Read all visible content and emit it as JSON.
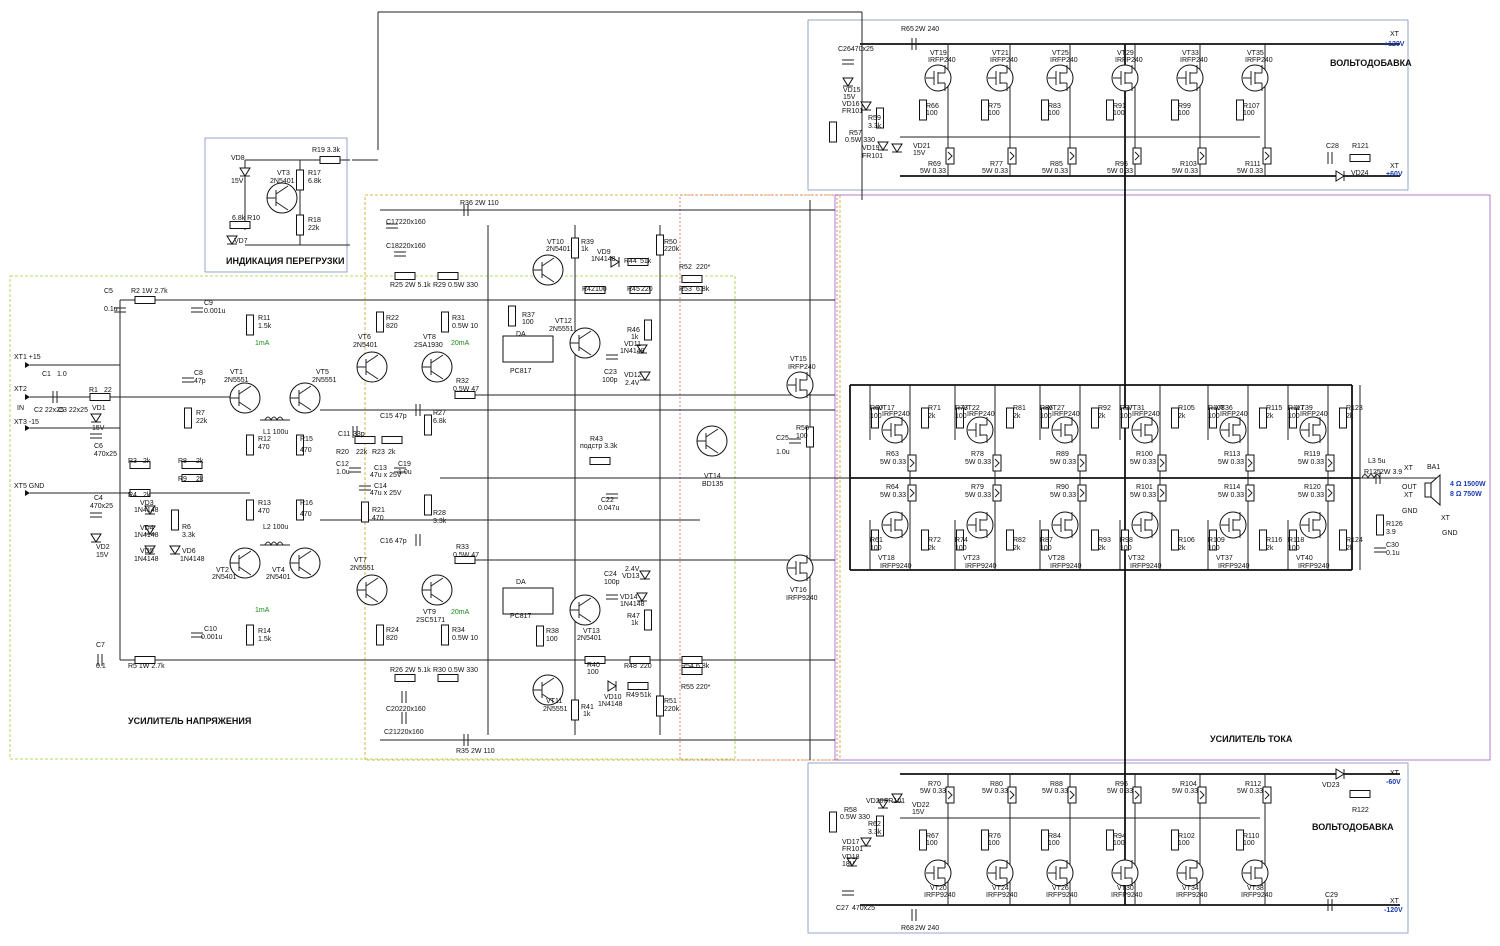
{
  "sections": {
    "overload": "ИНДИКАЦИЯ ПЕРЕГРУЗКИ",
    "voltage_amp": "УСИЛИТЕЛЬ НАПРЯЖЕНИЯ",
    "current_amp": "УСИЛИТЕЛЬ ТОКА",
    "booster_top": "ВОЛЬТОДОБАВКА",
    "booster_bottom": "ВОЛЬТОДОБАВКА"
  },
  "colors": {
    "overload_border": "#7f8fc0",
    "voltage_border": "#9acd32",
    "driver_border": "#d4a017",
    "driver_border2": "#e06666",
    "current_border": "#a05cc0",
    "booster_border": "#7f8fc0",
    "supply_text": "#1a3cb0",
    "accent_text": "#1a8a1a"
  },
  "connectors": {
    "xt1": "XT1 +15",
    "xt2": "XT2",
    "in": "IN",
    "xt3": "XT3 -15",
    "xt5": "XT5 GND",
    "out": "OUT",
    "out_xt": "XT",
    "gnd_xt": "XT",
    "gnd": "GND",
    "gnd2": "GND",
    "ba1": "BA1",
    "ba_xt": "XT",
    "sp_4": "4 Ω 1500W",
    "sp_8": "8 Ω  750W",
    "p120_xt": "XT",
    "p120": "+120V",
    "p60_xt": "XT",
    "p60": "+60V",
    "m60_xt": "XT",
    "m60": "-60V",
    "m120_xt": "XT",
    "m120": "-120V"
  },
  "labels": {
    "c5": "C5",
    "c5v": "0.1u",
    "r2": "R2 1W 2.7k",
    "c9": "C9",
    "c9v": "0.001u",
    "c1": "C1",
    "c1v": "1.0",
    "r1": "R1",
    "r1v": "22",
    "c2": "C2 22x25",
    "c3": "C3 22x25",
    "vd1": "VD1",
    "vd1v": "15V",
    "c6": "C6",
    "c6v": "470x25",
    "r3": "R3",
    "r3v": "2k",
    "r4": "R4",
    "r4v": "2k",
    "r8": "R8",
    "r8v": "2k",
    "r9": "R9",
    "r9v": "2k",
    "vd3": "VD3",
    "vd4": "VD4",
    "vd5": "VD5",
    "vd6": "VD6",
    "d4148": "1N4148",
    "r6": "R6",
    "r6v": "3.3k",
    "c4": "C4",
    "c4v": "470x25",
    "vd2": "VD2",
    "vd2v": "15V",
    "c7": "C7",
    "c7v": "0.1",
    "r5": "R5 1W 2.7k",
    "c10": "C10",
    "c10v": "0.001u",
    "r11": "R11",
    "r11v": "1.5k",
    "r14": "R14",
    "r14v": "1.5k",
    "vt1": "VT1",
    "vt1t": "2N5551",
    "vt2": "VT2",
    "vt2t": "2N5401",
    "vt3": "VT3",
    "vt3t": "2N5401",
    "vt4": "VT4",
    "vt4t": "2N5401",
    "vt5": "VT5",
    "vt5t": "2N5551",
    "vt6": "VT6",
    "vt6t": "2N5401",
    "vt7": "VT7",
    "vt7t": "2N5551",
    "vt8": "VT8",
    "vt8t": "2SA1930",
    "vt9": "VT9",
    "vt9t": "2SC5171",
    "c8": "C8",
    "c8v": "47p",
    "r7": "R7",
    "r7v": "22k",
    "r12": "R12",
    "r12v": "470",
    "r13": "R13",
    "r13v": "470",
    "r15": "R15",
    "r15v": "470",
    "r16": "R16",
    "r16v": "470",
    "l1": "L1 100u",
    "l2": "L2 100u",
    "ma1": "1mA",
    "ma2": "1mA",
    "r22": "R22",
    "r22v": "820",
    "r24": "R24",
    "r24v": "820",
    "r31": "R31",
    "r31v": "0.5W 10",
    "r34": "R34",
    "r34v": "0.5W 10",
    "ma20a": "20mA",
    "ma20b": "20mA",
    "r32": "R32",
    "r32v": "0.5W 47",
    "r33": "R33",
    "r33v": "0.5W 47",
    "c15": "C15",
    "c15v": "47p",
    "c16": "C16",
    "c16v": "47p",
    "r27": "R27",
    "r27v": "6.8k",
    "r28": "R28",
    "r28v": "3.3k",
    "c11": "C11",
    "c11v": "33p",
    "r20": "R20",
    "r20v": "22k",
    "r23": "R23",
    "r23v": "2k",
    "c12": "C12",
    "c12v": "1.0u",
    "c13": "C13",
    "c13v": "47u x 25V",
    "c14": "C14",
    "c14v": "47u x 25V",
    "c19": "C19",
    "c19v": "1.0u",
    "r21": "R21",
    "r21v": "470",
    "c17": "C17220x160",
    "c18": "C18220x160",
    "c20": "C20220x160",
    "c21": "C21220x160",
    "r25": "R25",
    "r25v": "2W 5.1k",
    "r26": "R26",
    "r26v": "2W 5.1k",
    "r29": "R29",
    "r29v": "0.5W 330",
    "r30": "R30",
    "r30v": "0.5W 330",
    "r36": "R36",
    "r36v": "2W 110",
    "r35": "R35",
    "r35v": "2W 110",
    "r19": "R19",
    "r19v": "3.3k",
    "vd8": "VD8",
    "vd8v": "15V",
    "r17": "R17",
    "r17v": "6.8k",
    "r18": "R18",
    "r18v": "22k",
    "r10": "6.8k R10",
    "vd7": "VD7",
    "vt10": "VT10",
    "vt10t": "2N5401",
    "vt11": "VT11",
    "vt11t": "2N5551",
    "vt12": "VT12",
    "vt12t": "2N5551",
    "vt13": "VT13",
    "vt13t": "2N5401",
    "r39": "R39",
    "r39v": "1k",
    "r41": "R41",
    "r41v": "1k",
    "vd9": "VD9",
    "vd9t": "1N4148",
    "vd10": "VD10",
    "vd10t": "1N4148",
    "r44": "R44",
    "r44v": "51k",
    "r49": "R49",
    "r49v": "51k",
    "r50": "R50",
    "r50v": "220k",
    "r51": "R51",
    "r51v": "220k",
    "r42": "R42",
    "r42v": "100",
    "r45": "R45",
    "r45v": "220",
    "r40": "R40",
    "r40v": "100",
    "r48": "R48",
    "r48v": "220",
    "r52": "R52",
    "r52v": "220*",
    "r53": "R53",
    "r53v": "6.8k",
    "r54": "R54",
    "r54v": "6.8k",
    "r55": "R55",
    "r55v": "220*",
    "r37": "R37",
    "r37v": "100",
    "r38": "R38",
    "r38v": "100",
    "da1": "DA",
    "da1t": "PC817",
    "da2": "DA",
    "da2t": "PC817",
    "c23": "C23",
    "c23v": "100p",
    "c24": "C24",
    "c24v": "100p",
    "r46": "R46",
    "r46v": "1k",
    "r47": "R47",
    "r47v": "1k",
    "vd11": "VD11",
    "vd11t": "1N4148",
    "vd12": "VD12",
    "vd12v": "2.4V",
    "vd13": "VD13",
    "vd13v": "2.4V",
    "vd14": "VD14",
    "vd14t": "1N4148",
    "r43": "R43",
    "r43v": "подстр 3.3k",
    "c22": "C22",
    "c22v": "0.047u",
    "vt14": "VT14",
    "vt14t": "BD135",
    "vt15": "VT15",
    "vt15t": "IRFP240",
    "vt16": "VT16",
    "vt16t": "IRFP9240",
    "c25": "C25",
    "c25v": "1.0u",
    "r56": "R56",
    "r56v": "100",
    "l3": "L3  5u",
    "r125": "R125",
    "r125v": "2W 3.9",
    "r126": "R126",
    "r126v": "3.9",
    "c30": "C30",
    "c30v": "0.1u",
    "c26": "C26470x25",
    "vd15": "VD15",
    "vd15v": "15V",
    "vd16": "VD16",
    "vd16t": "FR101",
    "r59": "R59",
    "r59v": "3.3k",
    "r57": "R57",
    "r57v": "0.5W 330",
    "vd19": "VD19",
    "vd19t": "FR101",
    "r65": "R65",
    "r65v": "2W 240",
    "vd21": "VD21",
    "vd21v": "15V",
    "c28": "C28",
    "r121": "R121",
    "vd24": "VD24",
    "c27": "C27",
    "c27v": "470x25",
    "vd17": "VD17",
    "vd17t": "FR101",
    "vd18": "VD18",
    "vd18v": "18V",
    "r62": "R62",
    "r62v": "3.3k",
    "r58": "R58",
    "r58v": "0.5W 330",
    "vd20": "VD20",
    "vd20t": "FR101",
    "vd22": "VD22",
    "vd22v": "15V",
    "r68": "R68",
    "r68v": "2W 240",
    "vd23": "VD23",
    "r122": "R122",
    "c29": "C29"
  },
  "top_booster": [
    {
      "vt": "VT19",
      "r_g": "R66",
      "r_s": "R69"
    },
    {
      "vt": "VT21",
      "r_g": "R75",
      "r_s": "R77"
    },
    {
      "vt": "VT25",
      "r_g": "R83",
      "r_s": "R85"
    },
    {
      "vt": "VT29",
      "r_g": "R91",
      "r_s": "R95"
    },
    {
      "vt": "VT33",
      "r_g": "R99",
      "r_s": "R103"
    },
    {
      "vt": "VT35",
      "r_g": "R107",
      "r_s": "R111"
    }
  ],
  "bottom_booster": [
    {
      "vt": "VT20",
      "r_g": "R67",
      "r_s": "R70"
    },
    {
      "vt": "VT24",
      "r_g": "R76",
      "r_s": "R80"
    },
    {
      "vt": "VT26",
      "r_g": "R84",
      "r_s": "R88"
    },
    {
      "vt": "VT30",
      "r_g": "R94",
      "r_s": "R96"
    },
    {
      "vt": "VT34",
      "r_g": "R102",
      "r_s": "R104"
    },
    {
      "vt": "VT38",
      "r_g": "R110",
      "r_s": "R112"
    }
  ],
  "output_n": [
    {
      "vt": "VT17",
      "r_a": "R60",
      "r_b": "R71",
      "r_s": "R63"
    },
    {
      "vt": "VT22",
      "r_a": "R73",
      "r_b": "R81",
      "r_s": "R78"
    },
    {
      "vt": "VT27",
      "r_a": "R86",
      "r_b": "R92",
      "r_s": "R89"
    },
    {
      "vt": "VT31",
      "r_a": "R97",
      "r_b": "R105",
      "r_s": "R100"
    },
    {
      "vt": "VT36",
      "r_a": "R108",
      "r_b": "R115",
      "r_s": "R113"
    },
    {
      "vt": "VT39",
      "r_a": "R117",
      "r_b": "R123",
      "r_s": "R119"
    }
  ],
  "output_p": [
    {
      "vt": "VT18",
      "r_a": "R61",
      "r_b": "R72",
      "r_s": "R64"
    },
    {
      "vt": "VT23",
      "r_a": "R74",
      "r_b": "R82",
      "r_s": "R79"
    },
    {
      "vt": "VT28",
      "r_a": "R87",
      "r_b": "R93",
      "r_s": "R90"
    },
    {
      "vt": "VT32",
      "r_a": "R98",
      "r_b": "R106",
      "r_s": "R101"
    },
    {
      "vt": "VT37",
      "r_a": "R109",
      "r_b": "R116",
      "r_s": "R114"
    },
    {
      "vt": "VT40",
      "r_a": "R118",
      "r_b": "R124",
      "r_s": "R120"
    }
  ],
  "common": {
    "nmos": "IRFP240",
    "pmos": "IRFP9240",
    "r100": "100",
    "r2k": "2k",
    "r033": "5W 0.33"
  }
}
